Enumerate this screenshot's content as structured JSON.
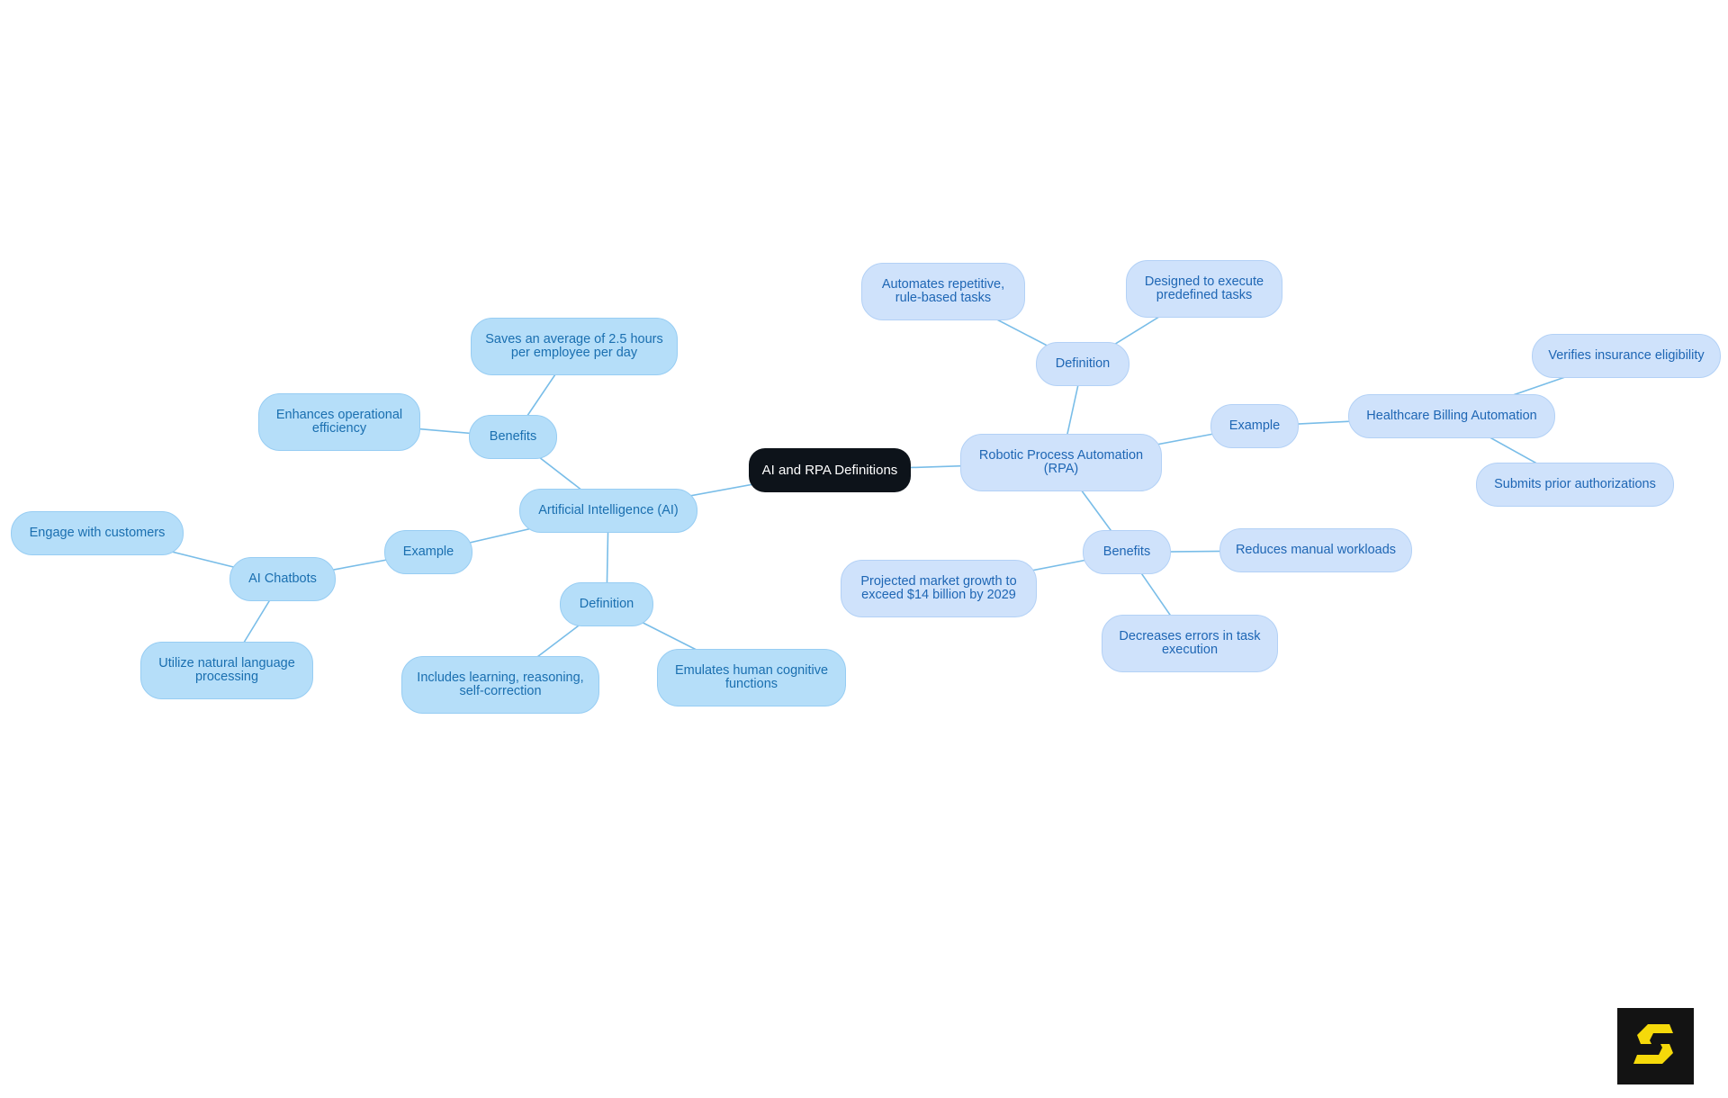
{
  "mindmap": {
    "root": "AI and RPA Definitions",
    "ai": {
      "label": "Artificial Intelligence (AI)",
      "benefits": {
        "label": "Benefits",
        "items": [
          "Saves an average of 2.5 hours per employee per day",
          "Enhances operational efficiency"
        ]
      },
      "example": {
        "label": "Example",
        "chatbots": {
          "label": "AI Chatbots",
          "items": [
            "Engage with customers",
            "Utilize natural language processing"
          ]
        }
      },
      "definition": {
        "label": "Definition",
        "items": [
          "Includes learning, reasoning, self-correction",
          "Emulates human cognitive functions"
        ]
      }
    },
    "rpa": {
      "label": "Robotic Process Automation (RPA)",
      "definition": {
        "label": "Definition",
        "items": [
          "Automates repetitive, rule-based tasks",
          "Designed to execute predefined tasks"
        ]
      },
      "example": {
        "label": "Example",
        "billing": {
          "label": "Healthcare Billing Automation",
          "items": [
            "Verifies insurance eligibility",
            "Submits prior authorizations"
          ]
        }
      },
      "benefits": {
        "label": "Benefits",
        "items": [
          "Reduces manual workloads",
          "Projected market growth to exceed $14 billion by 2029",
          "Decreases errors in task execution"
        ]
      }
    },
    "colors": {
      "ai_fill": "#b5def9",
      "rpa_fill": "#cfe2fb",
      "root_fill": "#0d131a",
      "edge": "#79bde8",
      "logo_bg": "#131313",
      "logo_accent": "#f5d90a"
    }
  },
  "logo": {
    "icon": "brand-logo-icon"
  }
}
